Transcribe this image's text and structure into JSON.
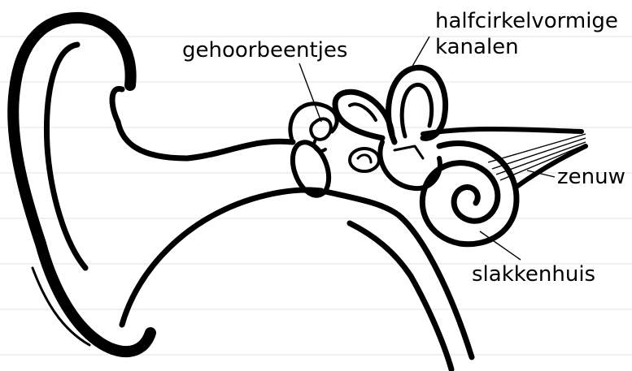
{
  "diagram": {
    "labels": {
      "ossicles": "gehoorbeentjes",
      "semicircular_line1": "halfcirkelvormige",
      "semicircular_line2": "kanalen",
      "nerve": "zenuw",
      "cochlea": "slakkenhuis"
    },
    "colors": {
      "ink": "#000000",
      "paper": "#ffffff",
      "ruled_lines": "#e0e0e0"
    }
  }
}
